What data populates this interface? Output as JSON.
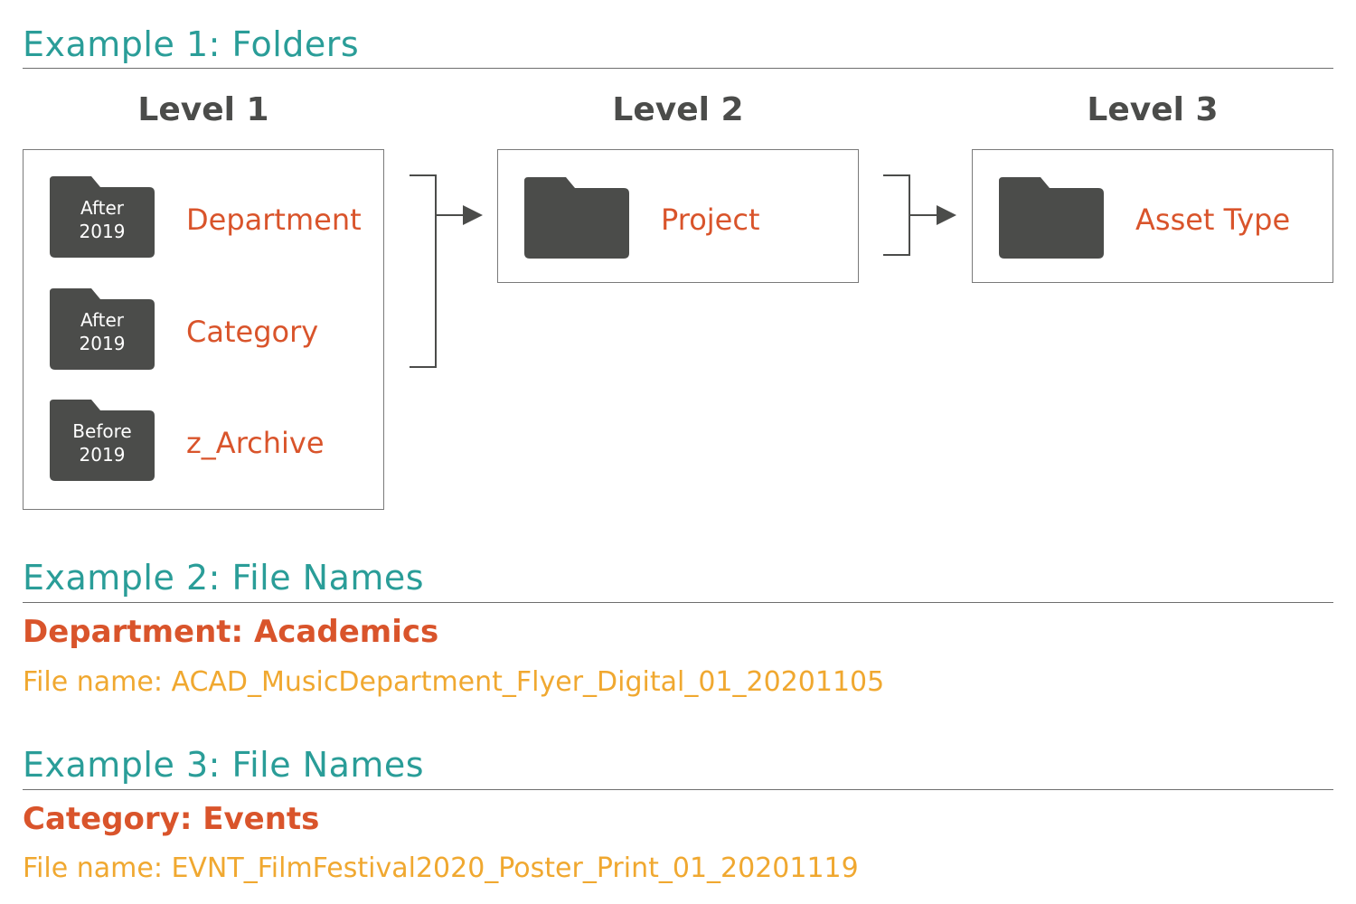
{
  "example1": {
    "title": "Example 1: Folders",
    "levels": [
      {
        "label": "Level 1",
        "folders": [
          {
            "line1": "After",
            "line2": "2019",
            "name": "Department"
          },
          {
            "line1": "After",
            "line2": "2019",
            "name": "Category"
          },
          {
            "line1": "Before",
            "line2": "2019",
            "name": "z_Archive"
          }
        ]
      },
      {
        "label": "Level 2",
        "folders": [
          {
            "name": "Project"
          }
        ]
      },
      {
        "label": "Level 3",
        "folders": [
          {
            "name": "Asset Type"
          }
        ]
      }
    ],
    "icons": [
      "folder-icon",
      "arrow-right-icon",
      "bracket-icon"
    ]
  },
  "example2": {
    "title": "Example 2: File Names",
    "subheading": "Department: Academics",
    "filename": "File name: ACAD_MusicDepartment_Flyer_Digital_01_20201105"
  },
  "example3": {
    "title": "Example 3: File Names",
    "subheading": "Category: Events",
    "filename": "File name: EVNT_FilmFestival2020_Poster_Print_01_20201119"
  },
  "colors": {
    "title": "#2a9d98",
    "accent": "#d9542b",
    "filename": "#f0a830",
    "folder": "#4b4c4a",
    "text_dark": "#4b4c4a"
  }
}
